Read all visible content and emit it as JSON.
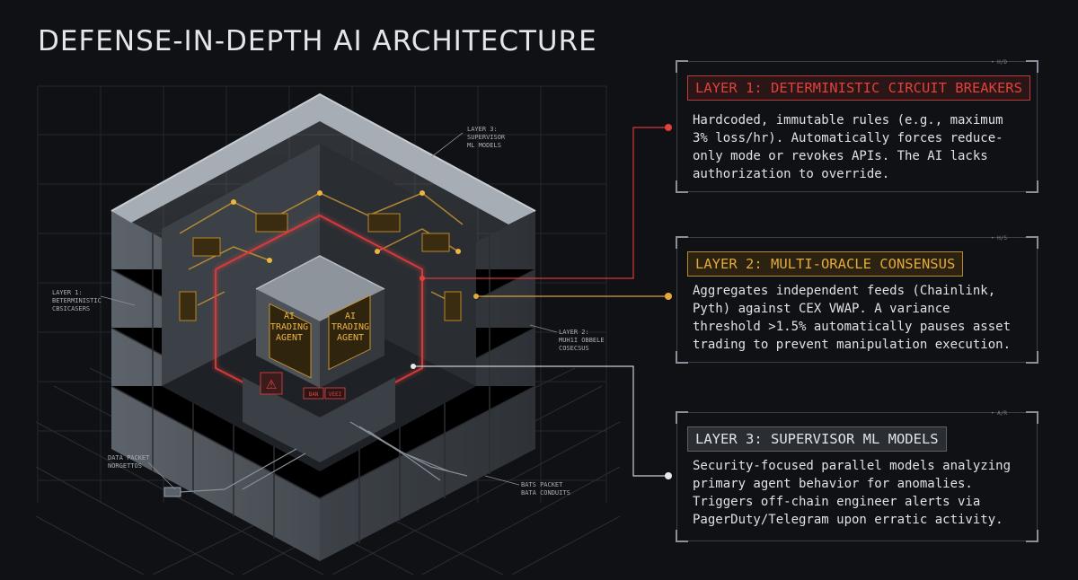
{
  "title": "DEFENSE-IN-DEPTH AI ARCHITECTURE",
  "colors": {
    "red": "#e0413b",
    "amber": "#e3a93a",
    "white": "#e6e8eb",
    "background": "#0f1114"
  },
  "panels": [
    {
      "tag": "• H/D",
      "heading": "LAYER 1: DETERMINISTIC CIRCUIT BREAKERS",
      "body": "Hardcoded, immutable rules (e.g., maximum\n3% loss/hr). Automatically forces reduce-\nonly mode or revokes APIs. The AI lacks\nauthorization to override."
    },
    {
      "tag": "• H/S",
      "heading": "LAYER 2: MULTI-ORACLE CONSENSUS",
      "body": "Aggregates independent feeds (Chainlink,\nPyth) against CEX VWAP. A variance\nthreshold >1.5% automatically pauses asset\ntrading to prevent manipulation execution."
    },
    {
      "tag": "• A/R",
      "heading": "LAYER 3: SUPERVISOR ML MODELS",
      "body": "Security-focused parallel models analyzing\nprimary agent behavior for anomalies.\nTriggers off-chain engineer alerts via\nPagerDuty/Telegram upon erratic activity."
    }
  ],
  "diagram_labels": {
    "layer3": "LAYER 3:\nSUPERVISOR\nML MODELS",
    "layer1": "LAYER 1:\nBETERMINISTIC\nCBSICASERS",
    "layer2": "LAYER 2:\nMUH1I OBBELE\nCOSECSUS",
    "data_left": "DATA PACKET\nNORGETTOS",
    "data_right": "BATS PACKET\nBATA CONDUITS",
    "agent_left": "AI\nTRADING\nAGENT",
    "agent_right": "AI\nTRADING\nAGENT",
    "warning": "⚠",
    "chip1": "BAN",
    "chip2": "VEEI"
  }
}
